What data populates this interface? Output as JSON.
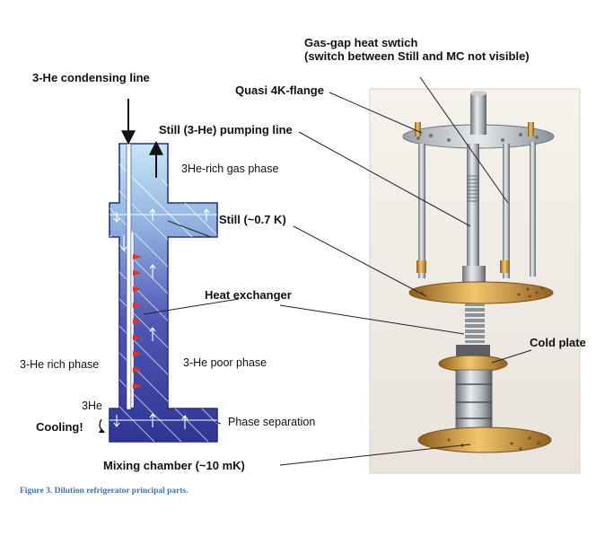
{
  "labels": {
    "condensing_line": "3-He condensing line",
    "rich_gas_phase": "3He-rich gas phase",
    "still": "Still (~0.7 K)",
    "heat_exchanger": "Heat exchanger",
    "rich_phase": "3-He rich phase",
    "poor_phase": "3-He poor phase",
    "he3": "3He",
    "cooling": "Cooling!",
    "phase_separation": "Phase separation",
    "mixing_chamber": "Mixing chamber (~10 mK)",
    "gas_gap_line1": "Gas-gap heat swtich",
    "gas_gap_line2": "(switch between Still and MC not visible)",
    "quasi_4k": "Quasi 4K-flange",
    "pumping_line": "Still (3-He) pumping line",
    "cold_plate": "Cold plate"
  },
  "caption": "Figure 3.  Dilution refrigerator principal parts.",
  "colors": {
    "schematic_dark": "#333a9a",
    "schematic_light": "#c8e8f6",
    "heat_exchanger_marks": "#e4341f",
    "photo_background": "#f1ece6",
    "gold_plate": "#c98a2a",
    "caption": "#3a78b0"
  }
}
